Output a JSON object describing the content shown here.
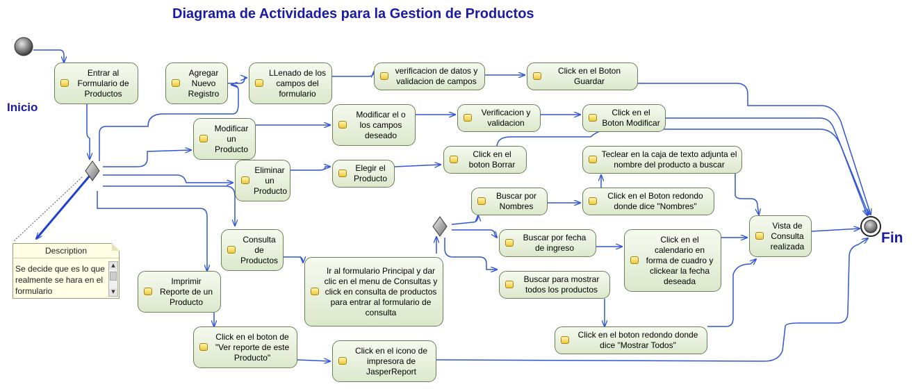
{
  "title": "Diagrama de Actividades para la Gestion de Productos",
  "labels": {
    "start": "Inicio",
    "end": "Fin"
  },
  "colors": {
    "edge": "#2f55d4",
    "title": "#1a1aa6",
    "node_fill": "#dce8cc",
    "note_fill": "#fffde3"
  },
  "note": {
    "header": "Description",
    "text": "Se decide que es lo que realmente se hara en el formulario"
  },
  "activities": {
    "a01": "Entrar al Formulario de Productos",
    "a02": "Agregar Nuevo Registro",
    "a03": "LLenado de los campos del formulario",
    "a04": "verificacion de datos y validacion de campos",
    "a05": "Click en el Boton Guardar",
    "a06": "Modificar el o los campos deseado",
    "a07": "Verificacion y validacion",
    "a08": "Click en el Boton Modificar",
    "a09": "Modificar un Producto",
    "a10": "Eliminar un Producto",
    "a11": "Elegir el Producto",
    "a12": "Click en el boton Borrar",
    "a13": "Teclear en la caja de texto adjunta el nombre del producto a buscar",
    "a14": "Buscar por Nombres",
    "a15": "Click en el Boton redondo donde dice \"Nombres\"",
    "a16": "Consulta de Productos",
    "a17": "Buscar por fecha de ingreso",
    "a18": "Click en el calendario en forma de cuadro y clickear la fecha deseada",
    "a19": "Vista de Consulta realizada",
    "a20": "Imprimir Reporte de un Producto",
    "a21": "Ir al formulario Principal y dar clic en el menu de Consultas y click en consulta de productos para entrar al formulario de consulta",
    "a22": "Buscar para mostrar todos los productos",
    "a23": "Click en el boton redondo donde dice \"Mostrar Todos\"",
    "a24": "Click en el boton de \"Ver reporte de este Producto\"",
    "a25": "Click en el icono de impresora de JasperReport"
  }
}
